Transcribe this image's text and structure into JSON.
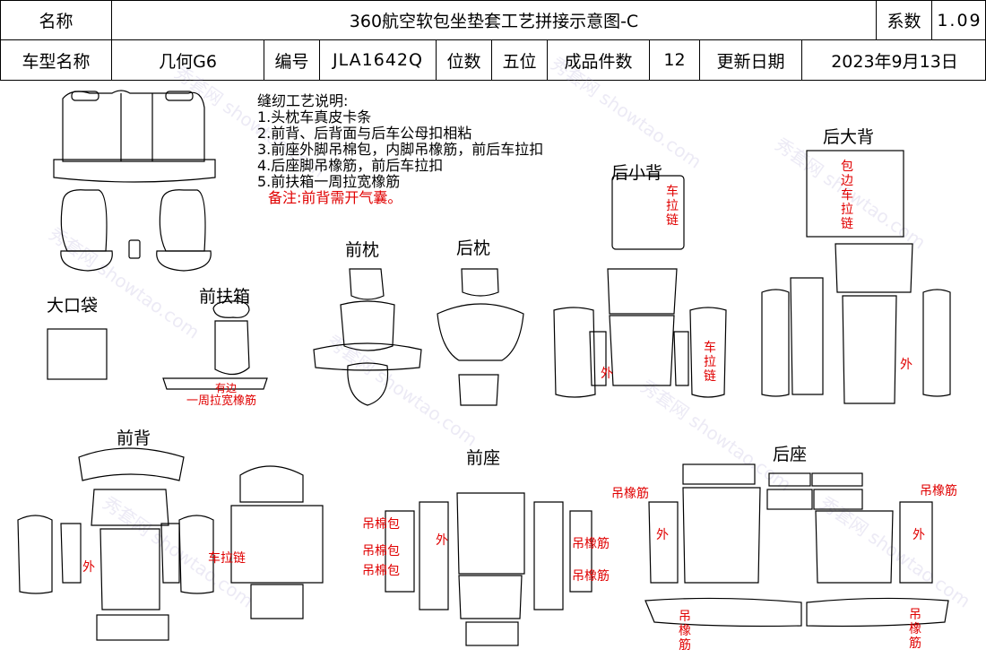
{
  "header": {
    "name_label": "名称",
    "title": "360航空软包坐垫套工艺拼接示意图-C",
    "coefficient_label": "系数",
    "coefficient_value": "1.09",
    "model_label": "车型名称",
    "model_value": "几何G6",
    "code_label": "编号",
    "code_value": "JLA1642Q",
    "seats_label": "位数",
    "seats_value": "五位",
    "pieces_label": "成品件数",
    "pieces_value": "12",
    "update_label": "更新日期",
    "update_value": "2023年9月13日"
  },
  "notes": {
    "title": "缝纫工艺说明:",
    "items": [
      "1.头枕车真皮卡条",
      "2.前背、后背面与后车公母扣相粘",
      "3.前座外脚吊棉包，内脚吊橡筋，前后车拉扣",
      "4.后座脚吊橡筋，前后车拉扣",
      "5.前扶箱一周拉宽橡筋"
    ],
    "remark": "备注:前背需开气囊。"
  },
  "sections": {
    "big_pocket": "大口袋",
    "front_armrest": "前扶箱",
    "front_headrest": "前枕",
    "rear_headrest": "后枕",
    "rear_small_back": "后小背",
    "rear_big_back": "后大背",
    "front_back": "前背",
    "front_seat": "前座",
    "rear_seat": "后座"
  },
  "annotations": {
    "armrest_top": "有边",
    "armrest_bottom": "一周拉宽橡筋",
    "small_back_zip": "车拉链",
    "small_back_side_zip": "车拉链",
    "outer": "外",
    "big_back_edge": "包边车拉链",
    "front_back_zip": "车拉链",
    "cotton_1": "吊棉包",
    "cotton_2": "吊棉包",
    "cotton_3": "吊棉包",
    "elastic_1": "吊橡筋",
    "elastic_2": "吊橡筋",
    "rear_seat_elastic_left": "吊橡筋",
    "rear_seat_elastic_right": "吊橡筋",
    "rear_seat_bottom_left": "吊橡筋",
    "rear_seat_bottom_right": "吊橡筋"
  },
  "watermark": "秀套网 showtao.com",
  "colors": {
    "accent_red": "#e00000",
    "line": "#000000"
  }
}
